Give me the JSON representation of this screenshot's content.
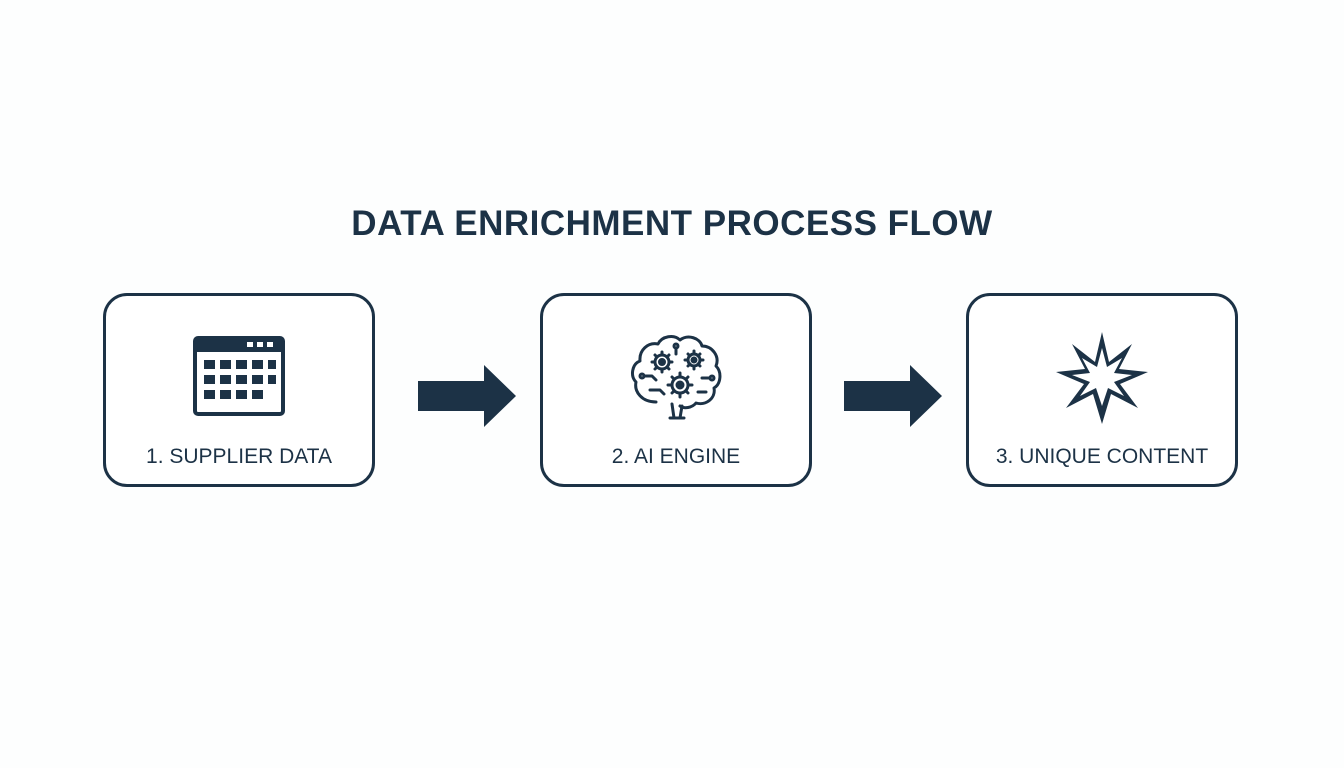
{
  "diagram": {
    "title": "DATA ENRICHMENT PROCESS FLOW",
    "steps": [
      {
        "label": "1. SUPPLIER DATA",
        "icon": "spreadsheet-icon"
      },
      {
        "label": "2. AI ENGINE",
        "icon": "brain-gears-icon"
      },
      {
        "label": "3. UNIQUE CONTENT",
        "icon": "starburst-icon"
      }
    ],
    "connector_icon": "arrow-right-icon"
  },
  "colors": {
    "primary": "#1c3246",
    "background": "#fdfefe"
  }
}
